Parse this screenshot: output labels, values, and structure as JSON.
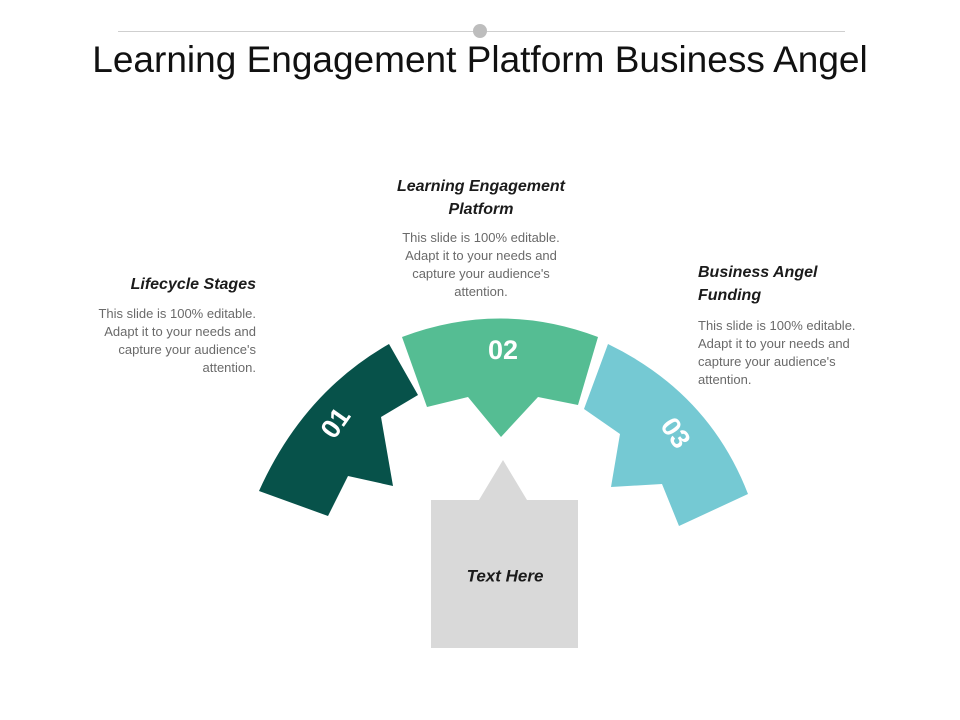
{
  "title": "Learning Engagement Platform Business Angel",
  "items": [
    {
      "number": "01",
      "heading_lines": [
        "Lifecycle Stages"
      ],
      "description_lines": [
        "This slide is 100% editable.",
        "Adapt it to your needs and",
        "capture your audience's",
        "attention."
      ],
      "color": "#07524a"
    },
    {
      "number": "02",
      "heading_lines": [
        "Learning Engagement",
        "Platform"
      ],
      "description_lines": [
        "This slide is 100% editable.",
        "Adapt it to your needs and",
        "capture your audience's",
        "attention."
      ],
      "color": "#55bd93"
    },
    {
      "number": "03",
      "heading_lines": [
        "Business Angel",
        "Funding"
      ],
      "description_lines": [
        "This slide is 100% editable.",
        "Adapt it to your needs and",
        "capture your audience's",
        "attention."
      ],
      "color": "#75c9d3"
    }
  ],
  "center_box": {
    "label": "Text Here",
    "color": "#d9d9d9"
  }
}
